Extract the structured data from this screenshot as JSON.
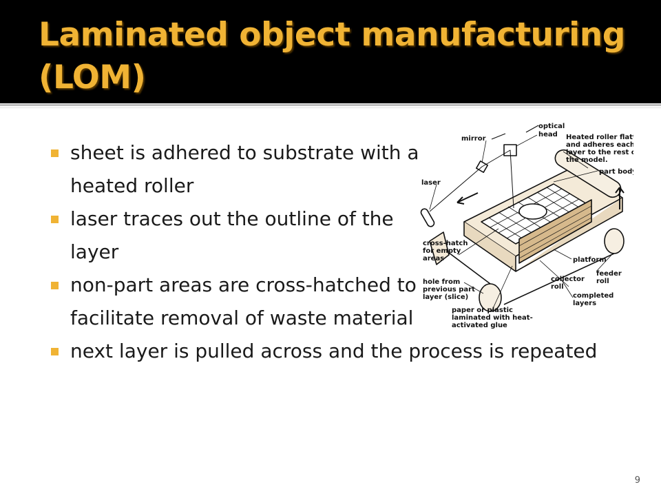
{
  "slide": {
    "title": "Laminated object manufacturing (LOM)",
    "page_number": "9",
    "accent_color": "#f0b334",
    "header_background": "#000000",
    "bullets": [
      "sheet is adhered to substrate with a heated roller",
      "laser traces out the outline of the layer",
      "non-part areas are cross-hatched to facilitate removal of waste material",
      "next layer is pulled across and the process is repeated"
    ]
  },
  "diagram": {
    "labels": {
      "mirror": "mirror",
      "optical_head_1": "optical",
      "optical_head_2": "head",
      "roller_1": "Heated roller flattens",
      "roller_2": "and adheres each",
      "roller_3": "layer to the rest of",
      "roller_4": "the model.",
      "laser": "laser",
      "part_body": "part body",
      "crosshatch_1": "cross-hatch",
      "crosshatch_2": "for empty",
      "crosshatch_3": "areas",
      "platform": "platform",
      "feeder_1": "feeder",
      "feeder_2": "roll",
      "hole_1": "hole from",
      "hole_2": "previous part",
      "hole_3": "layer (slice)",
      "collector_1": "collector",
      "collector_2": "roll",
      "completed_1": "completed",
      "completed_2": "layers",
      "paper_1": "paper or plastic",
      "paper_2": "laminated with heat-",
      "paper_3": "activated glue"
    }
  }
}
